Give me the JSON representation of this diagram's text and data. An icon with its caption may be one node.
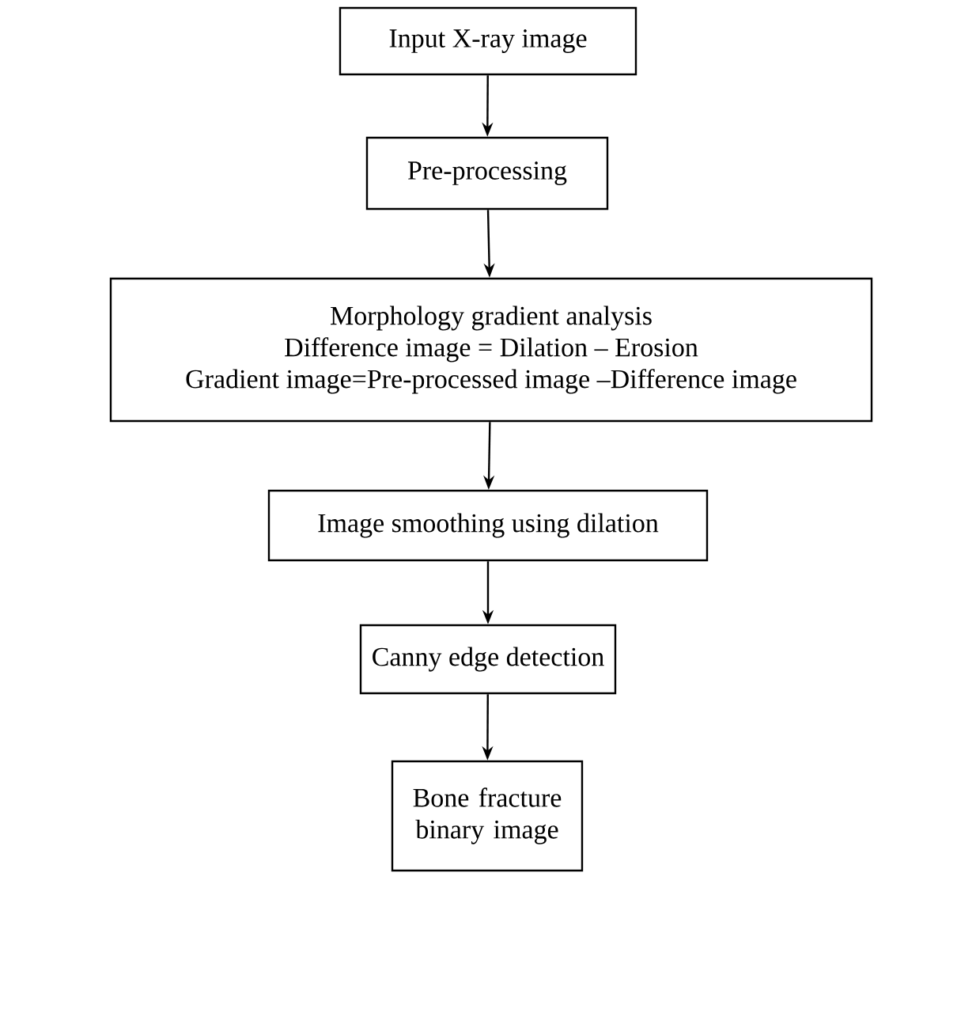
{
  "diagram": {
    "nodes": [
      {
        "text": [
          "Input X-ray image"
        ]
      },
      {
        "text": [
          "Pre-processing"
        ]
      },
      {
        "text": [
          "Morphology gradient analysis",
          "Difference image = Dilation – Erosion",
          "Gradient image=Pre-processed image –Difference image"
        ]
      },
      {
        "text": [
          "Image smoothing using dilation"
        ]
      },
      {
        "text": [
          "Canny edge detection"
        ]
      },
      {
        "text": [
          "Bone fracture binary image"
        ]
      }
    ],
    "edges": [
      {
        "from": 0,
        "to": 1,
        "arrow": "to"
      },
      {
        "from": 1,
        "to": 2,
        "arrow": "to"
      },
      {
        "from": 2,
        "to": 3,
        "arrow": "to"
      },
      {
        "from": 3,
        "to": 4,
        "arrow": "to"
      },
      {
        "from": 4,
        "to": 5,
        "arrow": "to"
      }
    ]
  }
}
